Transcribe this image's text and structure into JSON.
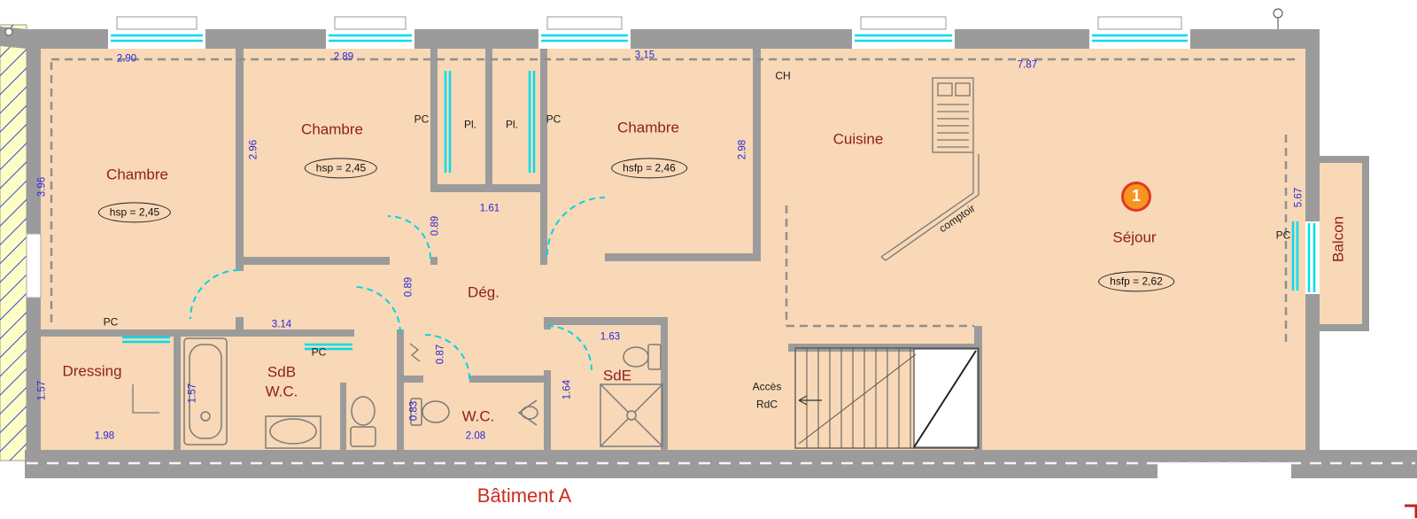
{
  "title": "Bâtiment A",
  "unit_badge": "1",
  "rooms": {
    "chambre_left": "Chambre",
    "chambre_mid": "Chambre",
    "chambre_right": "Chambre",
    "cuisine": "Cuisine",
    "sejour": "Séjour",
    "degagement": "Dég.",
    "dressing": "Dressing",
    "sdb_line1": "SdB",
    "sdb_line2": "W.C.",
    "wc": "W.C.",
    "sde": "SdE",
    "balcon": "Balcon"
  },
  "ceiling_heights": {
    "chambre_left": "hsp = 2,45",
    "chambre_mid": "hsp = 2,45",
    "chambre_right": "hsfp = 2,46",
    "sejour": "hsfp = 2,62"
  },
  "dimensions": {
    "chambre_left_w": "2.90",
    "chambre_mid_w": "2.89",
    "chambre_right_w": "3.15",
    "sejour_w": "7.87",
    "chambre_left_h": "3.96",
    "chambre_mid_h": "2.96",
    "chambre_right_h": "2.98",
    "sejour_h": "5.67",
    "deg_w": "1.61",
    "deg_door_a": "0.89",
    "deg_door_b": "0.89",
    "wc_door": "0.87",
    "wc_nook": "0.83",
    "wc_w": "2.08",
    "sde_door": "1.64",
    "sde_w": "1.63",
    "sdb_w": "3.14",
    "dressing_h": "1.57",
    "sdb_h": "1.57",
    "dressing_w": "1.98"
  },
  "annotations": {
    "pc_closet_left": "PC",
    "pl_closet_left": "Pl.",
    "pl_closet_right": "Pl.",
    "pc_closet_right": "PC",
    "ch": "CH",
    "comptoir": "comptoir",
    "pc_sejour": "PC",
    "pc_dressing": "PC",
    "pc_sdb": "PC",
    "acces_rdc_line1": "Accès",
    "acces_rdc_line2": "RdC"
  },
  "colors": {
    "floor": "#f8d8b6",
    "wall": "#9b9b9b",
    "window": "#00dcec",
    "dimension_text": "#2727dd",
    "room_text": "#8e2020",
    "title_text": "#d02a20",
    "badge_fill": "#f6951f",
    "badge_ring": "#e03824",
    "hatch_bg": "#fdfdc6",
    "hatch_line": "#3a46cc"
  }
}
